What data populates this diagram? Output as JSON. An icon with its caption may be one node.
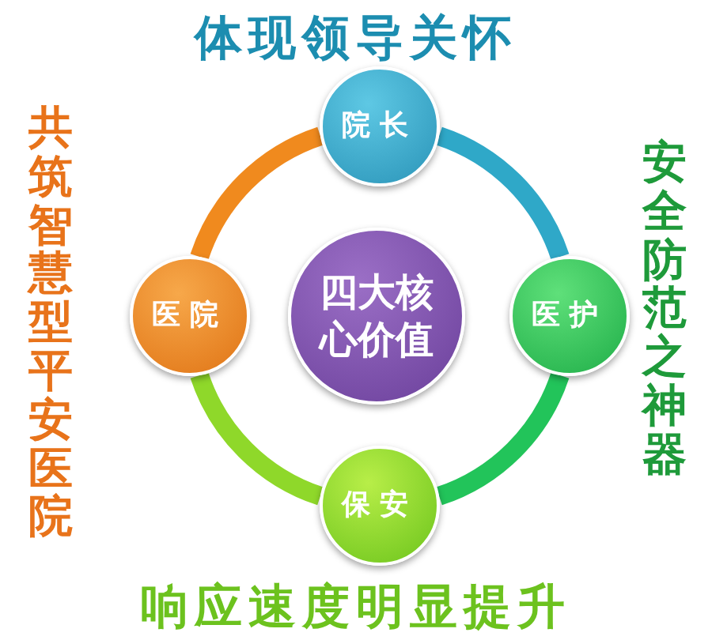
{
  "diagram": {
    "title": "体现领导关怀",
    "nodes": [
      {
        "text": [
          "院长"
        ]
      },
      {
        "text": [
          "医护"
        ]
      },
      {
        "text": [
          "保安"
        ]
      },
      {
        "text": [
          "医院"
        ]
      },
      {
        "text": [
          "四大核心价值"
        ]
      }
    ],
    "edges": [
      {
        "from": 0,
        "to": 1,
        "arrow": "none",
        "color": "#2fa8c8"
      },
      {
        "from": 1,
        "to": 2,
        "arrow": "none",
        "color": "#22c45a"
      },
      {
        "from": 2,
        "to": 3,
        "arrow": "none",
        "color": "#8fd82a"
      },
      {
        "from": 3,
        "to": 0,
        "arrow": "none",
        "color": "#f08a1e"
      }
    ],
    "labels": [
      "共筑智慧型平安医院",
      "安全防范之神器",
      "响应速度明显提升"
    ]
  }
}
